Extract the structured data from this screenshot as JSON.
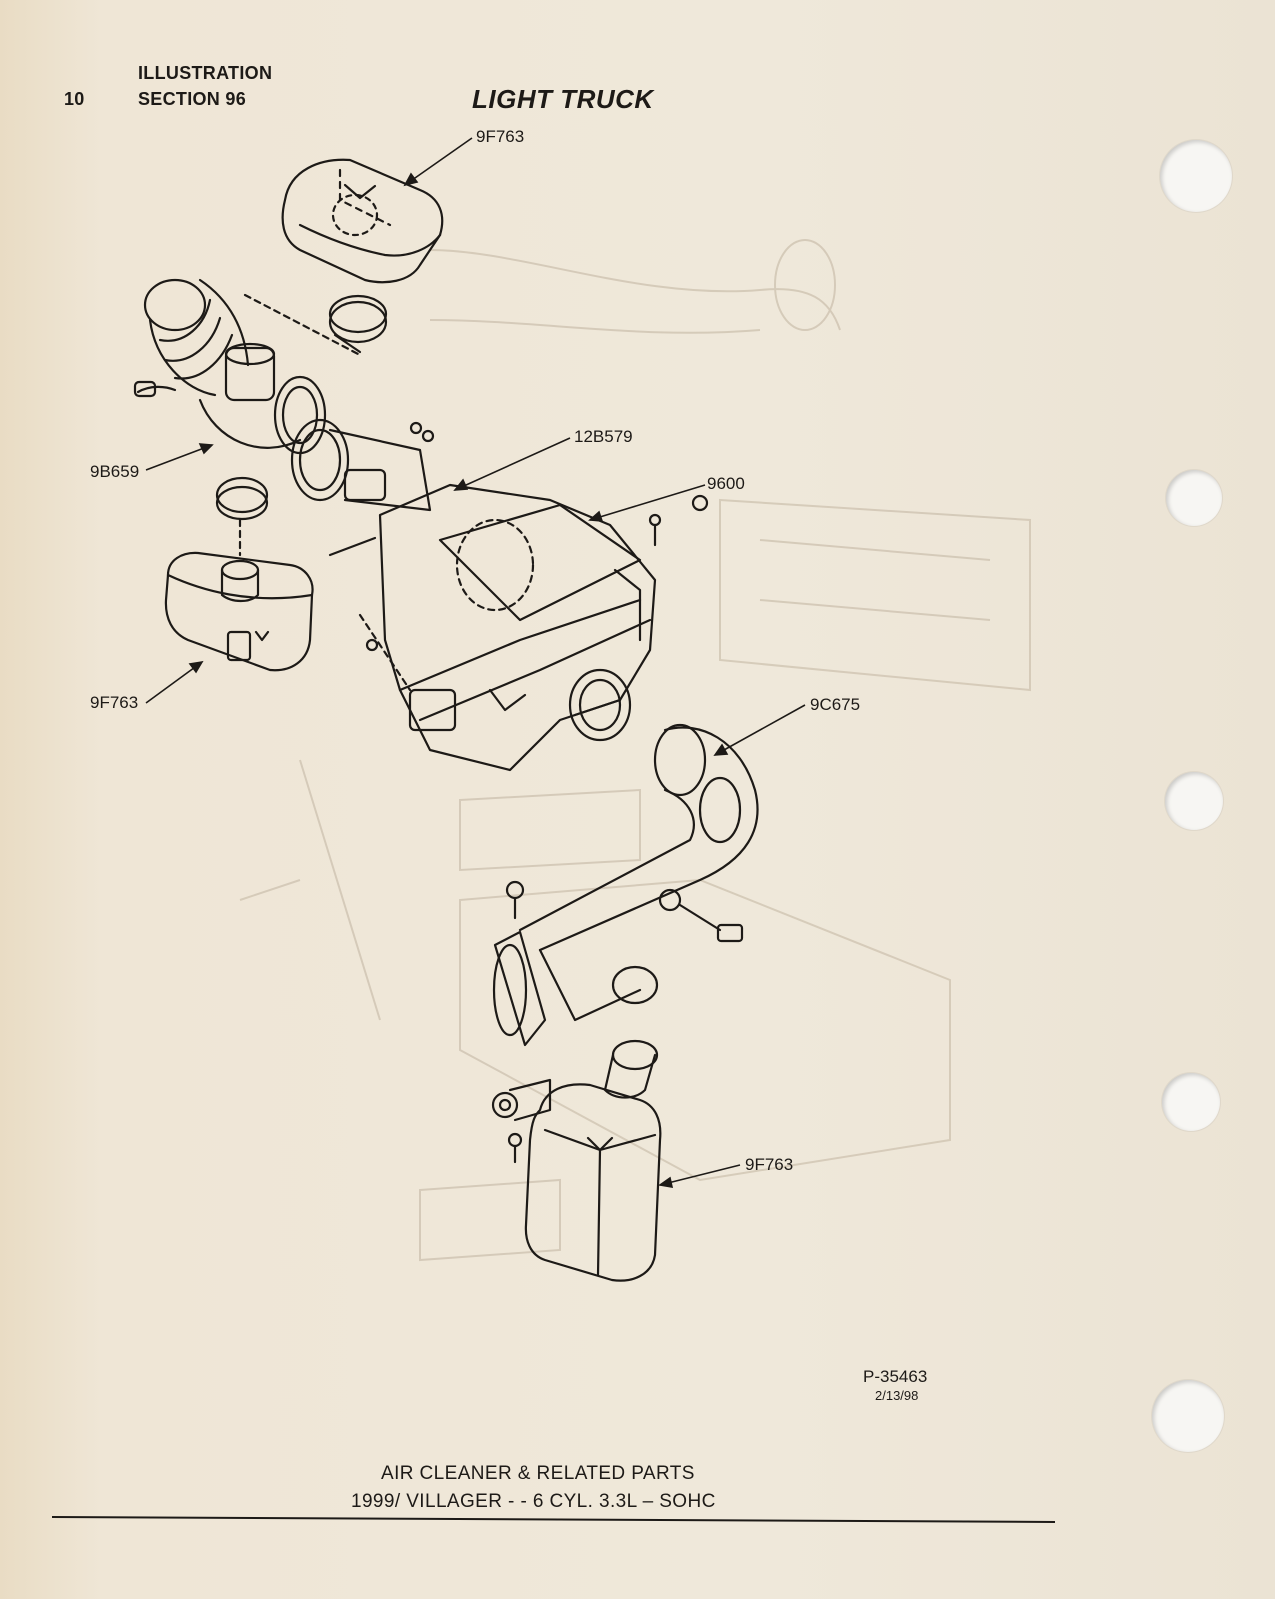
{
  "header": {
    "page_number": "10",
    "line1": "ILLUSTRATION",
    "line2": "SECTION 96",
    "title": "LIGHT TRUCK"
  },
  "callouts": {
    "upper_filter": "9F763",
    "inlet_tube": "9B659",
    "sensor": "12B579",
    "air_cleaner": "9600",
    "lower_left_filter": "9F763",
    "duct": "9C675",
    "resonator": "9F763"
  },
  "illustration_id": {
    "number": "P-35463",
    "date": "2/13/98"
  },
  "footer": {
    "line1": "AIR CLEANER & RELATED PARTS",
    "line2": "1999/ VILLAGER - - 6 CYL. 3.3L – SOHC"
  }
}
